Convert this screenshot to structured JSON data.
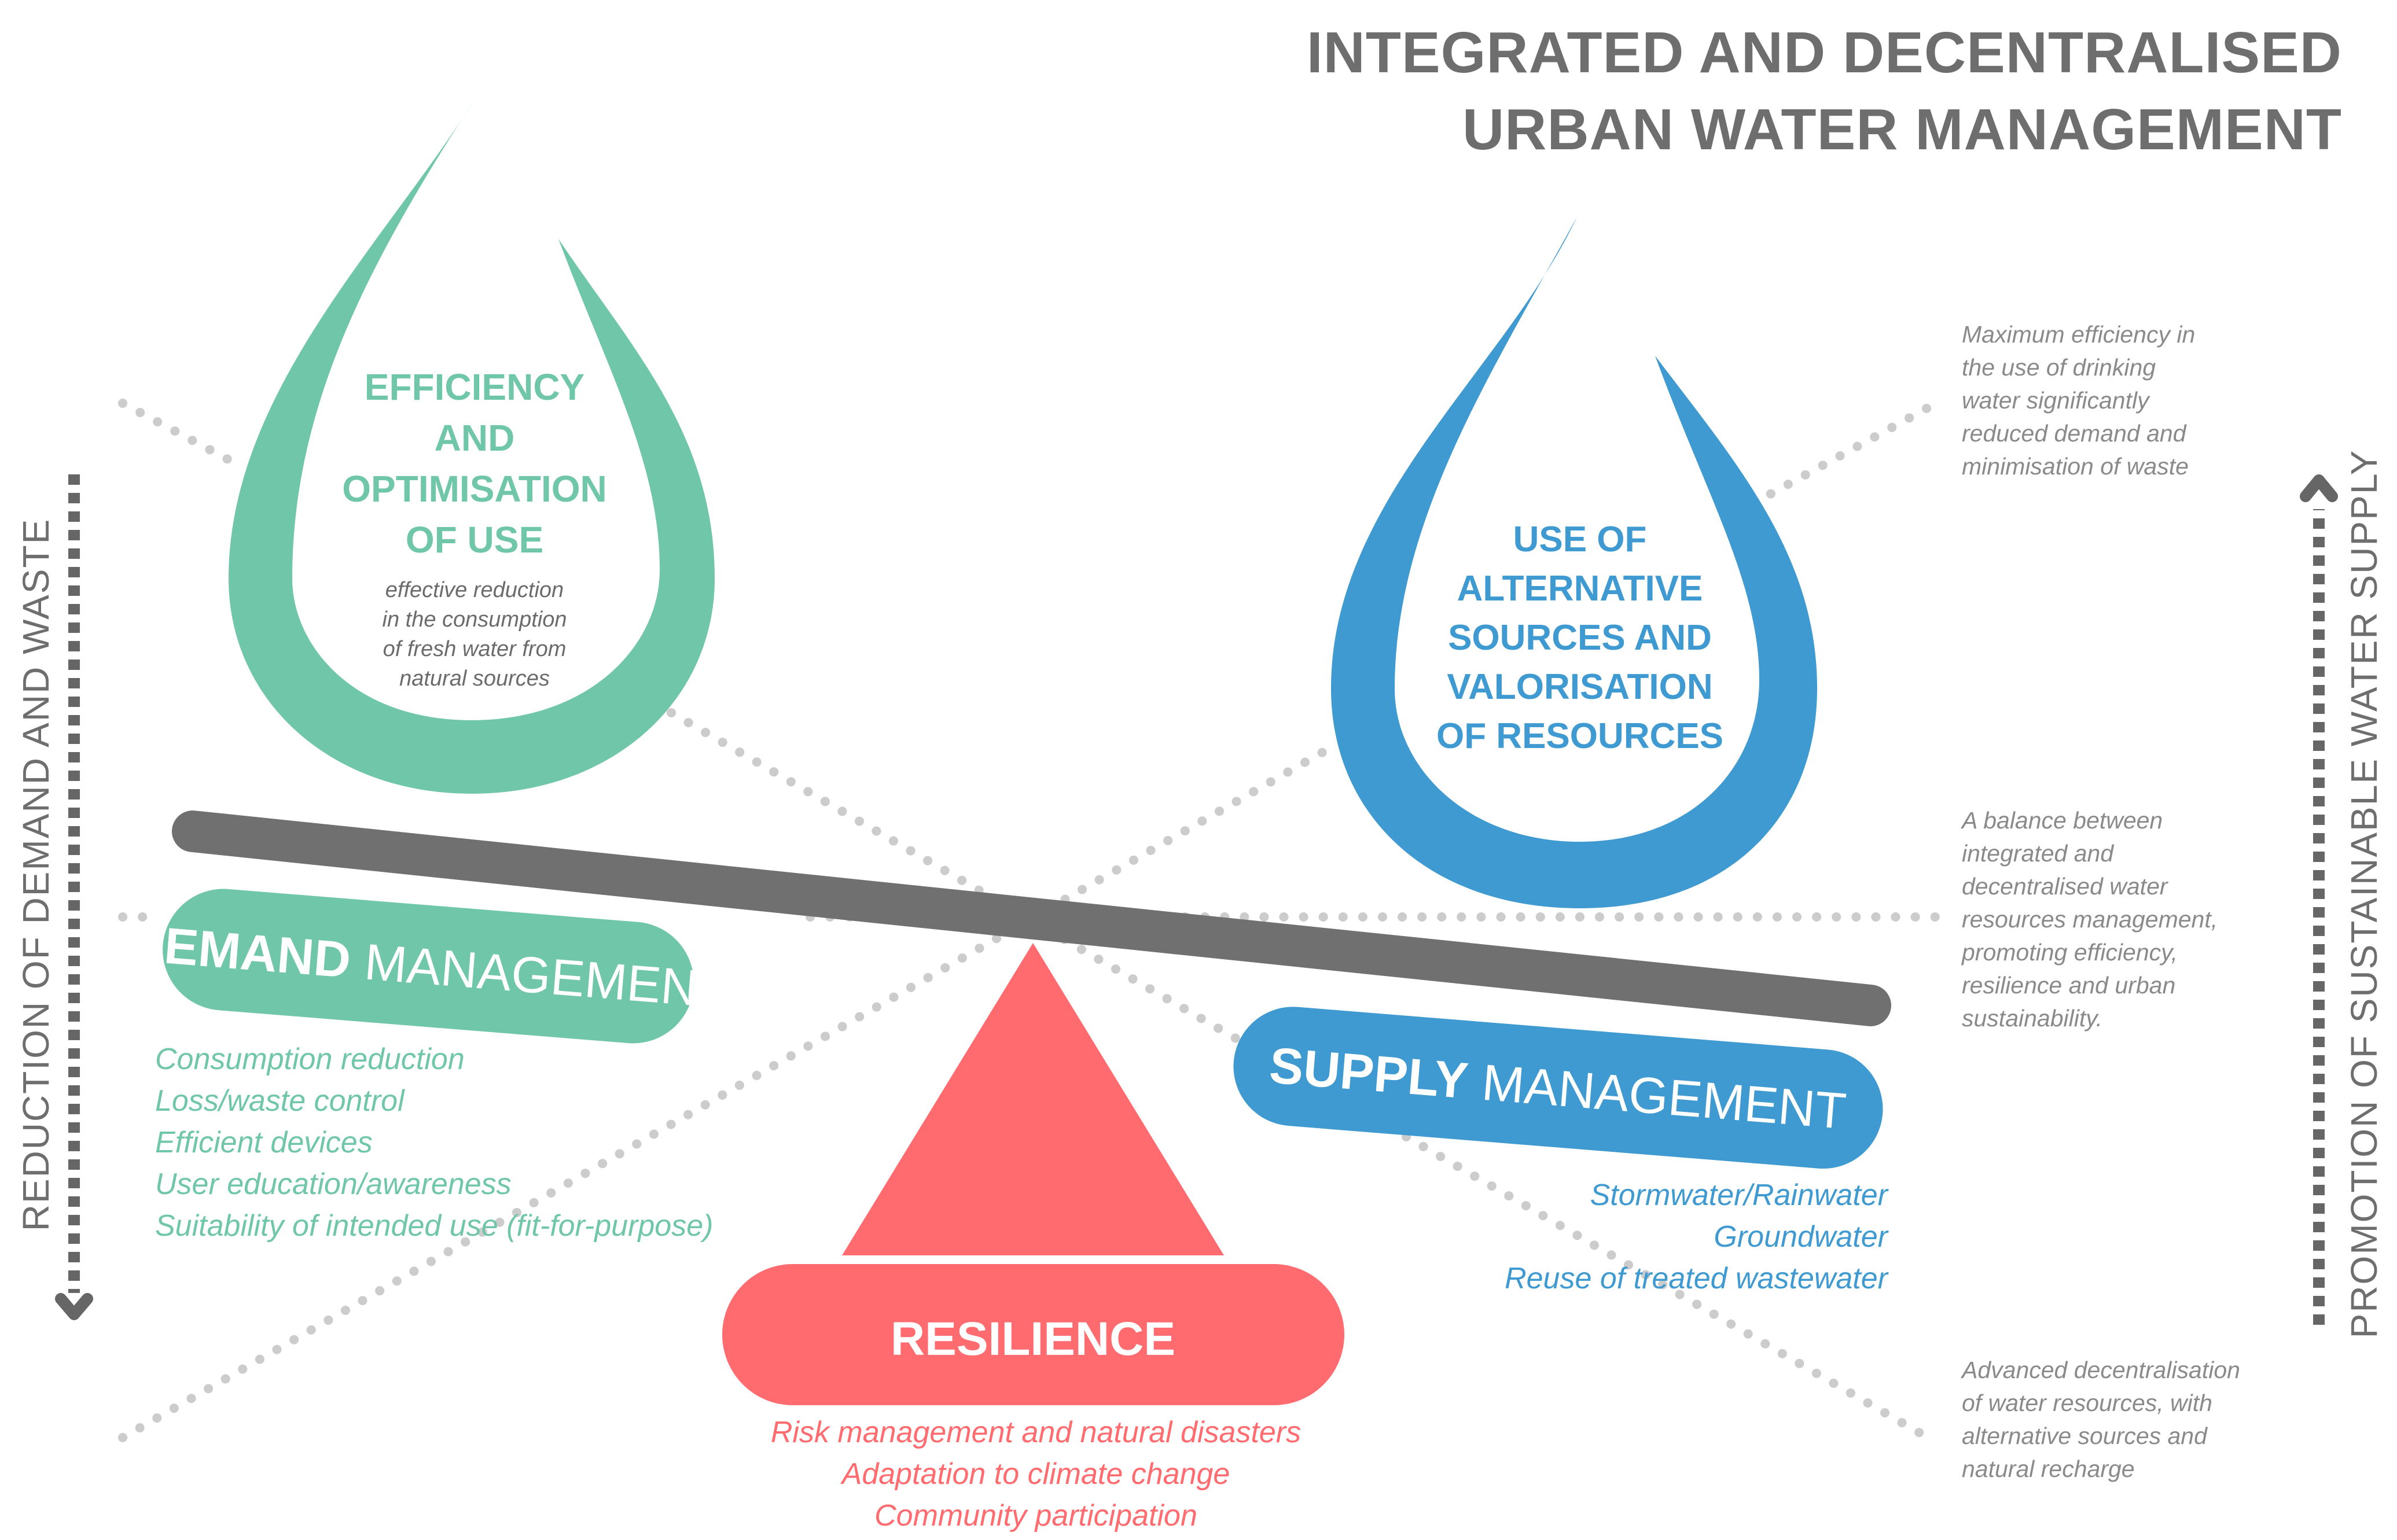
{
  "title": {
    "line1": "INTEGRATED AND DECENTRALISED",
    "line2": "URBAN WATER MANAGEMENT"
  },
  "efficiency": {
    "heading": [
      "EFFICIENCY",
      "AND",
      "OPTIMISATION",
      "OF USE"
    ],
    "description": [
      "effective reduction",
      "in the consumption",
      "of fresh water from",
      "natural sources"
    ]
  },
  "alternative": {
    "heading": [
      "USE OF",
      "ALTERNATIVE",
      "SOURCES AND",
      "VALORISATION",
      "OF RESOURCES"
    ]
  },
  "demand": {
    "bold": "DEMAND",
    "rest": " MANAGEMENT",
    "items": [
      "Consumption reduction",
      "Loss/waste control",
      "Efficient devices",
      "User education/awareness",
      "Suitability of intended use (fit-for-purpose)"
    ]
  },
  "supply": {
    "bold": "SUPPLY",
    "rest": " MANAGEMENT",
    "items": [
      "Stormwater/Rainwater",
      "Groundwater",
      "Reuse of treated wastewater"
    ]
  },
  "resilience": {
    "label": "RESILIENCE",
    "items": [
      "Risk management and natural disasters",
      "Adaptation to climate change",
      "Community participation"
    ]
  },
  "notes": {
    "top": [
      "Maximum efficiency in",
      "the use of drinking",
      "water significantly",
      "reduced demand and",
      "minimisation of waste"
    ],
    "middle": [
      "A balance between",
      "integrated and",
      "decentralised water",
      "resources management,",
      "promoting efficiency,",
      "resilience and urban",
      "sustainability."
    ],
    "bottom": [
      "Advanced decentralisation",
      "of water resources, with",
      "alternative sources and",
      "natural recharge"
    ]
  },
  "axes": {
    "left": "REDUCTION OF DEMAND AND WASTE",
    "right": "PROMOTION OF SUSTAINABLE WATER SUPPLY"
  },
  "colors": {
    "green": "#6fc6a8",
    "blue": "#3e9ad0",
    "red": "#ff6b6e",
    "beam": "#707070",
    "dots": "#cccccc",
    "title": "#6e6e6e"
  }
}
